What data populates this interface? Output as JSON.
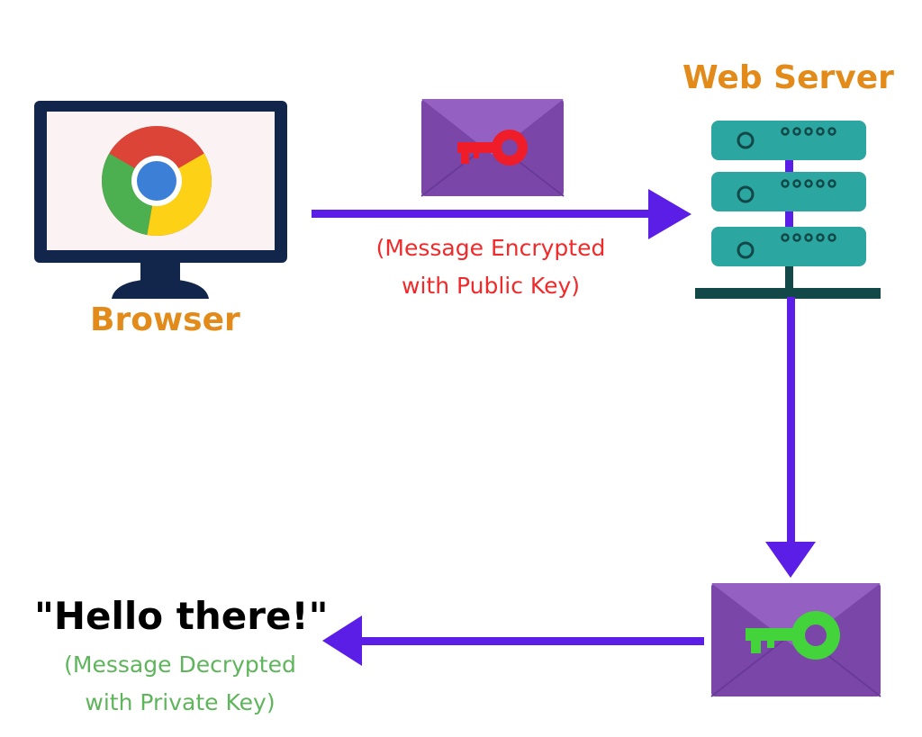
{
  "colors": {
    "orange": "#e38b1a",
    "arrow": "#5b1ee6",
    "red_caption": "#f02a2a",
    "green_caption": "#5fb55b",
    "envelope": "#7a47a8",
    "envelope_flap": "#9460c2",
    "key_red": "#ef1c2a",
    "key_green": "#43d33a",
    "server_teal": "#2ba6a0",
    "server_dark": "#134848",
    "monitor_frame": "#12254a",
    "monitor_screen": "#fbf3f3"
  },
  "icons": {
    "browser": "monitor-icon",
    "chrome": "chrome-logo-icon",
    "server": "server-rack-icon",
    "encrypted_envelope": "envelope-icon",
    "public_key": "key-icon",
    "decrypted_envelope": "envelope-icon",
    "private_key": "key-icon"
  },
  "browser": {
    "label": "Browser"
  },
  "server": {
    "label": "Web Server"
  },
  "encrypt": {
    "caption_line1": "(Message Encrypted",
    "caption_line2": "with Public Key)"
  },
  "decrypt": {
    "message": "\"Hello there!\"",
    "caption_line1": "(Message Decrypted",
    "caption_line2": "with Private Key)"
  }
}
